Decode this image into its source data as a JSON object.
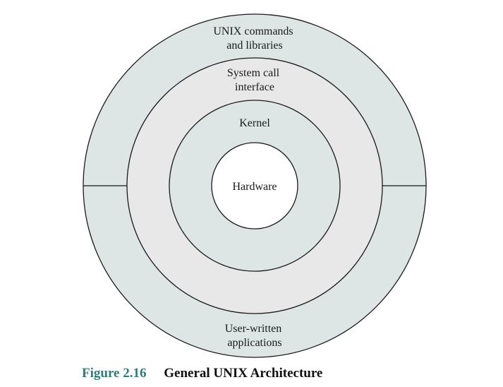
{
  "diagram": {
    "layers": {
      "commands": {
        "lines": [
          "UNIX commands",
          "and libraries"
        ]
      },
      "syscall": {
        "lines": [
          "System call",
          "interface"
        ]
      },
      "kernel": {
        "lines": [
          "Kernel"
        ]
      },
      "hardware": {
        "lines": [
          "Hardware"
        ]
      },
      "user_apps": {
        "lines": [
          "User-written",
          "applications"
        ]
      }
    },
    "colors": {
      "outer_fill": "#dde5e5",
      "syscall_fill": "#e8e8e8",
      "kernel_fill": "#dde5e5",
      "hardware_fill": "#ffffff",
      "stroke": "#1a1a1a"
    }
  },
  "caption": {
    "number": "Figure 2.16",
    "title": "General UNIX Architecture"
  }
}
